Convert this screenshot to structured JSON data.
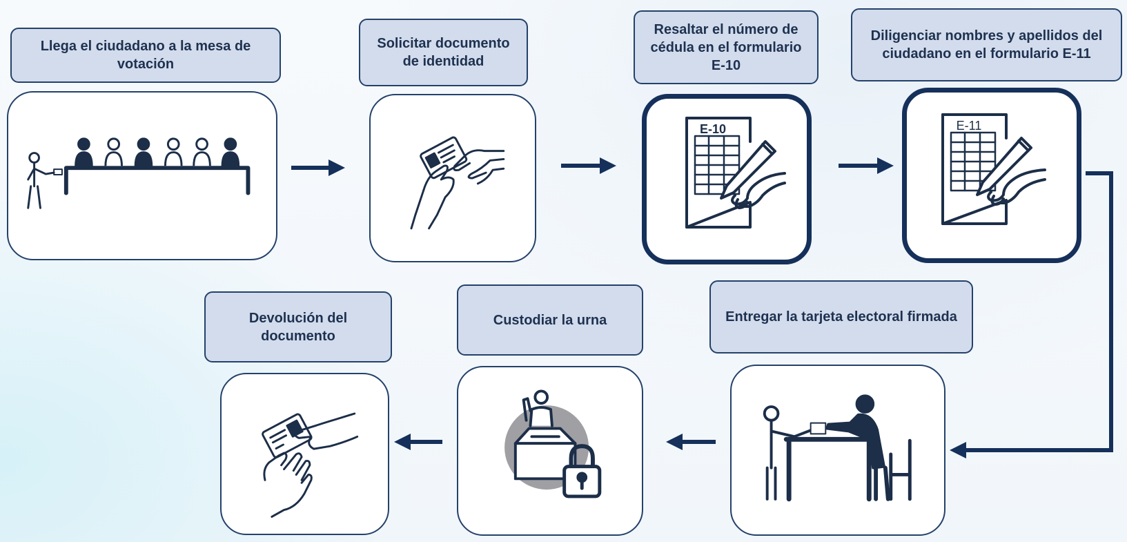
{
  "colors": {
    "navy": "#15305a",
    "label_fill": "#d2dcec",
    "label_border": "#24416a",
    "icon": "#1c2e48"
  },
  "steps": [
    {
      "label": "Llega el ciudadano  a la mesa de votación",
      "icon": "voting-table-icon"
    },
    {
      "label": "Solicitar documento de identidad",
      "icon": "hand-id-card-icon"
    },
    {
      "label": "Resaltar el número de cédula en  el formulario E-10",
      "icon": "form-e10-writing-icon",
      "form_code": "E-10"
    },
    {
      "label": "Diligenciar nombres y apellidos del ciudadano en el formulario E-11",
      "icon": "form-e11-writing-icon",
      "form_code": "E-11"
    },
    {
      "label": "Entregar la tarjeta electoral firmada",
      "icon": "handing-ballot-icon"
    },
    {
      "label": "Custodiar la urna",
      "icon": "ballot-box-lock-icon"
    },
    {
      "label": "Devolución del documento",
      "icon": "return-document-icon"
    }
  ]
}
